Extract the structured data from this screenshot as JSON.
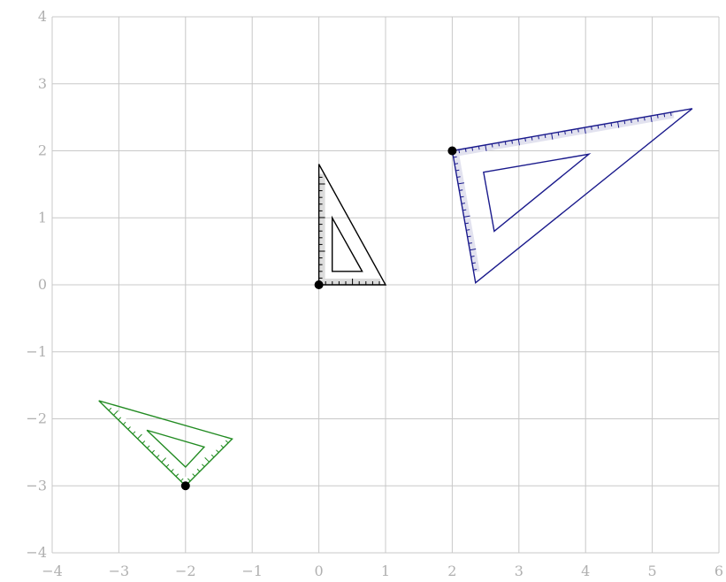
{
  "axes": {
    "x_range": [
      -4,
      6
    ],
    "y_range": [
      -4,
      4
    ],
    "x_ticks": [
      -4,
      -3,
      -2,
      -1,
      0,
      1,
      2,
      3,
      4,
      5,
      6
    ],
    "y_ticks": [
      -4,
      -3,
      -2,
      -1,
      0,
      1,
      2,
      3,
      4
    ],
    "x_tick_labels": [
      "−4",
      "−3",
      "−2",
      "−1",
      "0",
      "1",
      "2",
      "3",
      "4",
      "5",
      "6"
    ],
    "y_tick_labels": [
      "−4",
      "−3",
      "−2",
      "−1",
      "0",
      "1",
      "2",
      "3",
      "4"
    ],
    "grid": true,
    "grid_color": "#c8c8c8",
    "label_color": "#b0b0b0"
  },
  "triangles": [
    {
      "id": "black",
      "color": "#000000",
      "ruler_shade": "#dcdcdc",
      "anchor": [
        0,
        0
      ],
      "outer": [
        [
          0,
          0
        ],
        [
          1.0,
          0
        ],
        [
          0,
          1.8
        ]
      ],
      "inner": [
        [
          0.2,
          0.2
        ],
        [
          0.65,
          0.2
        ],
        [
          0.2,
          1.0
        ]
      ],
      "tick_edges": "both-legs"
    },
    {
      "id": "blue",
      "color": "#1a1a8c",
      "ruler_shade": "#e2e2ef",
      "anchor": [
        2,
        2
      ],
      "outer": [
        [
          2,
          2
        ],
        [
          5.6,
          2.63
        ],
        [
          2.35,
          0.03
        ]
      ],
      "inner": [
        [
          2.47,
          1.68
        ],
        [
          4.05,
          1.95
        ],
        [
          2.63,
          0.8
        ]
      ],
      "tick_edges": "both-legs"
    },
    {
      "id": "green",
      "color": "#228b22",
      "ruler_shade": "#ffffff",
      "anchor": [
        -2,
        -3
      ],
      "outer": [
        [
          -2,
          -3
        ],
        [
          -1.3,
          -2.3
        ],
        [
          -3.3,
          -1.73
        ]
      ],
      "inner": [
        [
          -2.0,
          -2.72
        ],
        [
          -1.72,
          -2.42
        ],
        [
          -2.58,
          -2.17
        ]
      ],
      "tick_edges": "both-legs"
    }
  ]
}
